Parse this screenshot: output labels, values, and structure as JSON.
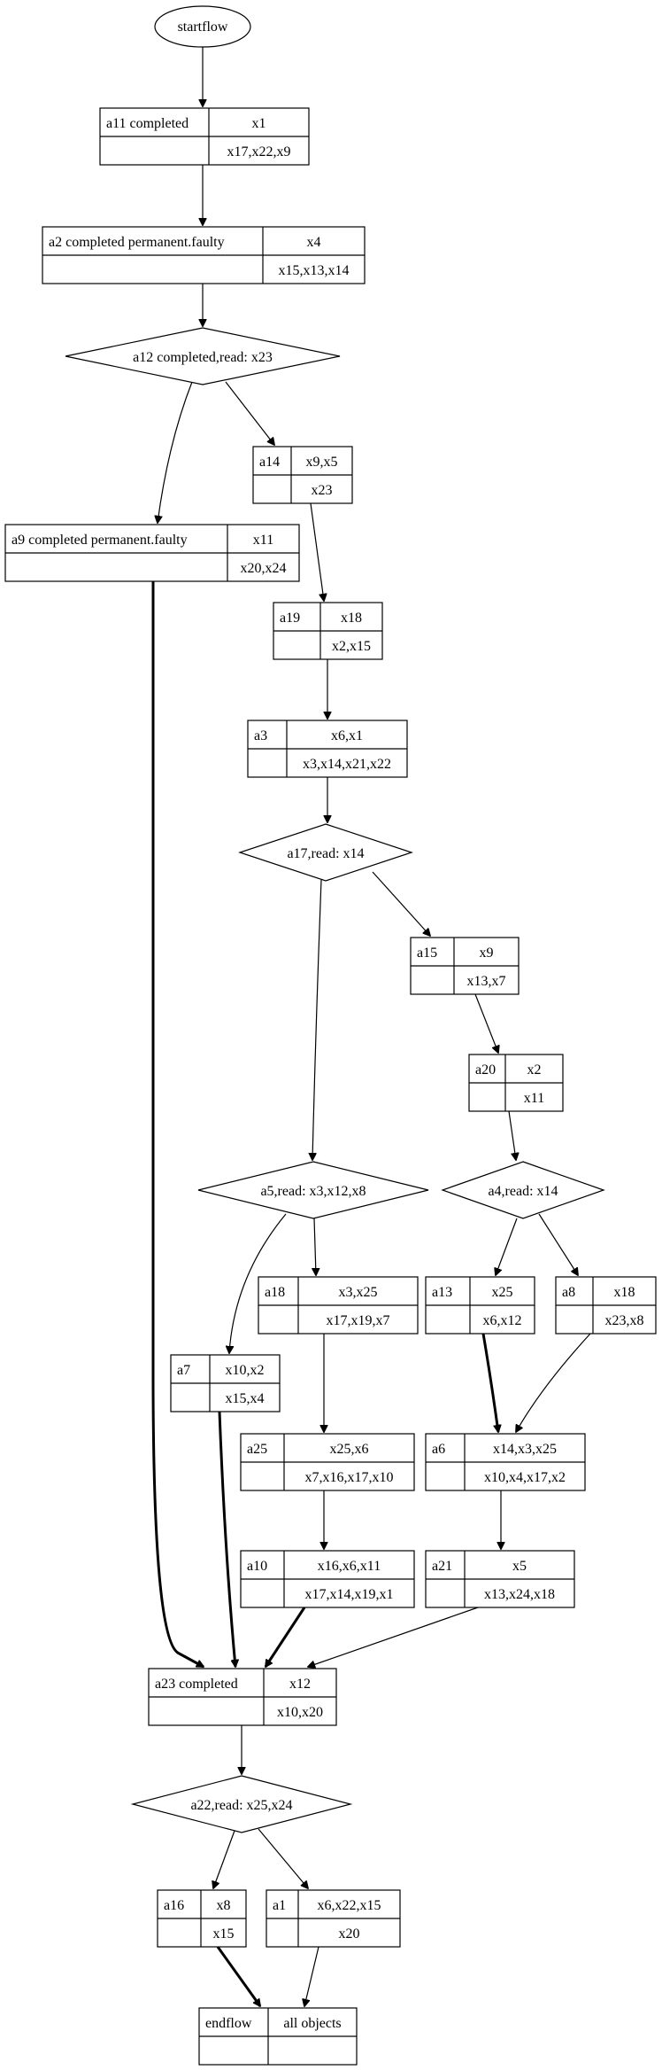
{
  "start_label": "startflow",
  "boxes": [
    {
      "id": "a11",
      "label": "a11 completed",
      "writes": "x1",
      "reads": "x17,x22,x9"
    },
    {
      "id": "a2",
      "label": "a2 completed permanent.faulty",
      "writes": "x4",
      "reads": "x15,x13,x14"
    },
    {
      "id": "a14",
      "label": "a14",
      "writes": "x9,x5",
      "reads": "x23"
    },
    {
      "id": "a9",
      "label": "a9 completed permanent.faulty",
      "writes": "x11",
      "reads": "x20,x24"
    },
    {
      "id": "a19",
      "label": "a19",
      "writes": "x18",
      "reads": "x2,x15"
    },
    {
      "id": "a3",
      "label": "a3",
      "writes": "x6,x1",
      "reads": "x3,x14,x21,x22"
    },
    {
      "id": "a15",
      "label": "a15",
      "writes": "x9",
      "reads": "x13,x7"
    },
    {
      "id": "a20",
      "label": "a20",
      "writes": "x2",
      "reads": "x11"
    },
    {
      "id": "a18",
      "label": "a18",
      "writes": "x3,x25",
      "reads": "x17,x19,x7"
    },
    {
      "id": "a13",
      "label": "a13",
      "writes": "x25",
      "reads": "x6,x12"
    },
    {
      "id": "a8",
      "label": "a8",
      "writes": "x18",
      "reads": "x23,x8"
    },
    {
      "id": "a7",
      "label": "a7",
      "writes": "x10,x2",
      "reads": "x15,x4"
    },
    {
      "id": "a25",
      "label": "a25",
      "writes": "x25,x6",
      "reads": "x7,x16,x17,x10"
    },
    {
      "id": "a6",
      "label": "a6",
      "writes": "x14,x3,x25",
      "reads": "x10,x4,x17,x2"
    },
    {
      "id": "a10",
      "label": "a10",
      "writes": "x16,x6,x11",
      "reads": "x17,x14,x19,x1"
    },
    {
      "id": "a21",
      "label": "a21",
      "writes": "x5",
      "reads": "x13,x24,x18"
    },
    {
      "id": "a23",
      "label": "a23 completed",
      "writes": "x12",
      "reads": "x10,x20"
    },
    {
      "id": "a16",
      "label": "a16",
      "writes": "x8",
      "reads": "x15"
    },
    {
      "id": "a1",
      "label": "a1",
      "writes": "x6,x22,x15",
      "reads": "x20"
    },
    {
      "id": "end",
      "label": "endflow",
      "writes": "all objects",
      "reads": ""
    }
  ],
  "decisions": [
    {
      "id": "a12",
      "label": "a12 completed,read: x23"
    },
    {
      "id": "a17",
      "label": "a17,read: x14"
    },
    {
      "id": "a5",
      "label": "a5,read: x3,x12,x8"
    },
    {
      "id": "a4",
      "label": "a4,read: x14"
    },
    {
      "id": "a22",
      "label": "a22,read: x25,x24"
    }
  ],
  "edges": [
    {
      "from": "start",
      "to": "a11"
    },
    {
      "from": "a11",
      "to": "a2"
    },
    {
      "from": "a2",
      "to": "a12"
    },
    {
      "from": "a12",
      "to": "a9"
    },
    {
      "from": "a12",
      "to": "a14"
    },
    {
      "from": "a14",
      "to": "a19"
    },
    {
      "from": "a19",
      "to": "a3"
    },
    {
      "from": "a3",
      "to": "a17"
    },
    {
      "from": "a17",
      "to": "a5"
    },
    {
      "from": "a17",
      "to": "a15"
    },
    {
      "from": "a15",
      "to": "a20"
    },
    {
      "from": "a20",
      "to": "a4"
    },
    {
      "from": "a5",
      "to": "a7"
    },
    {
      "from": "a5",
      "to": "a18"
    },
    {
      "from": "a4",
      "to": "a13"
    },
    {
      "from": "a4",
      "to": "a8"
    },
    {
      "from": "a18",
      "to": "a25"
    },
    {
      "from": "a13",
      "to": "a6",
      "bold": true
    },
    {
      "from": "a8",
      "to": "a6"
    },
    {
      "from": "a25",
      "to": "a10"
    },
    {
      "from": "a6",
      "to": "a21"
    },
    {
      "from": "a9",
      "to": "a23",
      "bold": true
    },
    {
      "from": "a7",
      "to": "a23",
      "bold": true
    },
    {
      "from": "a10",
      "to": "a23",
      "bold": true
    },
    {
      "from": "a21",
      "to": "a23"
    },
    {
      "from": "a23",
      "to": "a22"
    },
    {
      "from": "a22",
      "to": "a16"
    },
    {
      "from": "a22",
      "to": "a1"
    },
    {
      "from": "a16",
      "to": "end",
      "bold": true
    },
    {
      "from": "a1",
      "to": "end"
    }
  ]
}
